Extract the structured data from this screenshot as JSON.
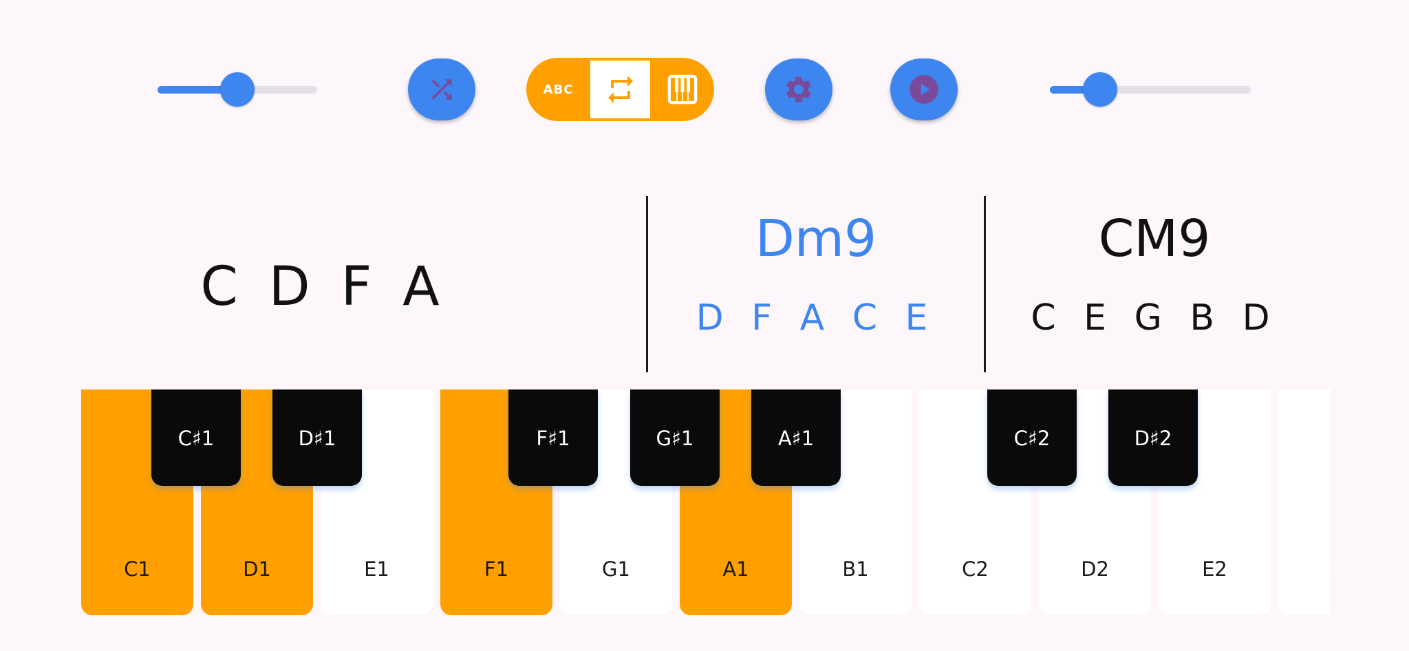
{
  "toolbar": {
    "left_slider": {
      "level": 0.5
    },
    "right_slider": {
      "level": 0.25
    },
    "shuffle_icon": "shuffle-icon",
    "mode_toggle": {
      "segments": [
        {
          "label": "ABC",
          "icon": "abc-icon",
          "selected": false
        },
        {
          "label": "",
          "icon": "repeat-icon",
          "selected": true
        },
        {
          "label": "",
          "icon": "piano-icon",
          "selected": false
        }
      ]
    },
    "settings_icon": "gear-icon",
    "play_icon": "play-circle-icon"
  },
  "display": {
    "played_notes": "C D F A",
    "chords": [
      {
        "name": "Dm9",
        "notes": "D F A C E",
        "color": "#3d86f0"
      },
      {
        "name": "CM9",
        "notes": "C E G B D",
        "color": "#111111"
      }
    ]
  },
  "keyboard": {
    "white_keys": [
      {
        "label": "C1",
        "active": true
      },
      {
        "label": "D1",
        "active": true
      },
      {
        "label": "E1",
        "active": false
      },
      {
        "label": "F1",
        "active": true
      },
      {
        "label": "G1",
        "active": false
      },
      {
        "label": "A1",
        "active": true
      },
      {
        "label": "B1",
        "active": false
      },
      {
        "label": "C2",
        "active": false
      },
      {
        "label": "D2",
        "active": false
      },
      {
        "label": "E2",
        "active": false
      },
      {
        "label": "F",
        "active": false
      }
    ],
    "black_keys": [
      {
        "label": "C♯1"
      },
      {
        "label": "D♯1"
      },
      {
        "label": "F♯1"
      },
      {
        "label": "G♯1"
      },
      {
        "label": "A♯1"
      },
      {
        "label": "C♯2"
      },
      {
        "label": "D♯2"
      }
    ]
  },
  "colors": {
    "accent_blue": "#3d86f0",
    "accent_orange": "#ffa000",
    "background": "#fdf6fb",
    "icon_purple": "#7a4a9a"
  }
}
